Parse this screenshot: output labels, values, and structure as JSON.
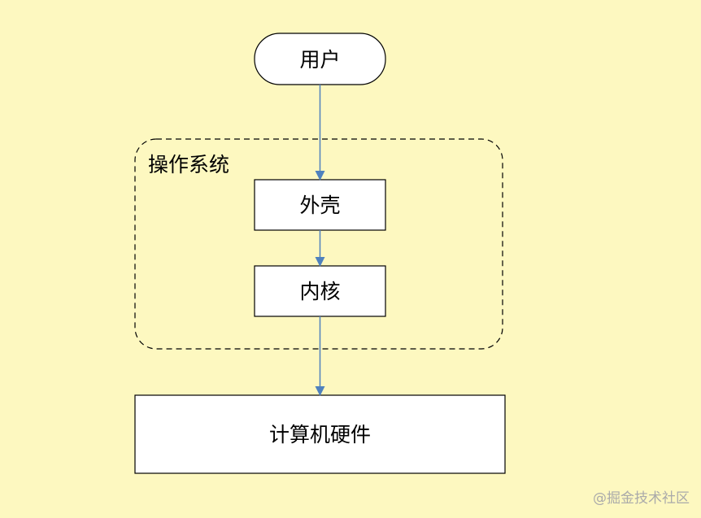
{
  "diagram": {
    "nodes": {
      "user": "用户",
      "shell": "外壳",
      "kernel": "内核",
      "hardware": "计算机硬件"
    },
    "group_label": "操作系统",
    "colors": {
      "background": "#fdf8c0",
      "box_fill": "#ffffff",
      "box_border": "#000000",
      "arrow": "#4f81bd",
      "group_border": "#000000"
    }
  },
  "watermark": "@掘金技术社区"
}
